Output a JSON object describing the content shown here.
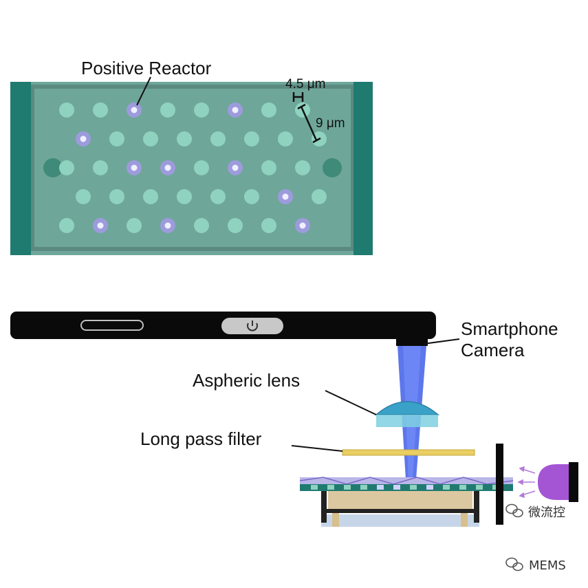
{
  "labels": {
    "positive_reactor": "Positive Reactor",
    "spacing_small": "4.5 μm",
    "spacing_large": "9 μm",
    "camera_line1": "Smartphone",
    "camera_line2": "Camera",
    "aspheric_lens": "Aspheric lens",
    "long_pass_filter": "Long pass filter"
  },
  "watermarks": {
    "wechat_account": "微流控",
    "brand": "MEMS"
  },
  "icons": {
    "power": "power-icon",
    "wechat": "wechat-icon"
  },
  "colors": {
    "chip_bg": "#6fa69a",
    "chip_border": "#5d8d84",
    "chip_end_bar": "#1f7a70",
    "well": "#8fd2bf",
    "positive_well": "#9d9bdc",
    "positive_core": "#eef0ff",
    "phone_body": "#0a0a0a",
    "light_beam": "#3f5fe8",
    "lens": "#3aa2c8",
    "filter": "#e9cf63",
    "led": "#a455d4"
  },
  "well_array": {
    "rows": 5,
    "positive_wells": [
      [
        0,
        2
      ],
      [
        0,
        5
      ],
      [
        1,
        0
      ],
      [
        2,
        2
      ],
      [
        2,
        3
      ],
      [
        2,
        5
      ],
      [
        3,
        6
      ],
      [
        4,
        1
      ],
      [
        4,
        3
      ],
      [
        4,
        7
      ]
    ]
  }
}
